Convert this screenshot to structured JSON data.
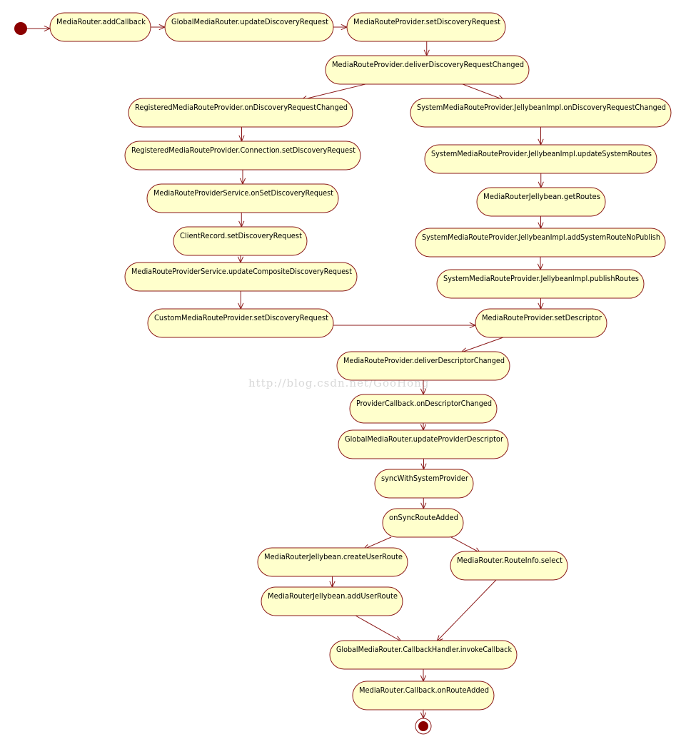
{
  "diagram": {
    "colors": {
      "node_fill": "#ffffcc",
      "node_border": "#8b1a1a",
      "edge": "#8b1a1a",
      "start_marker": "#8b0000",
      "watermark": "#d8d8d8"
    },
    "watermark": "http://blog.csdn.net/GooHong",
    "nodes": [
      {
        "id": "n1",
        "label": "MediaRouter.addCallback"
      },
      {
        "id": "n2",
        "label": "GlobalMediaRouter.updateDiscoveryRequest"
      },
      {
        "id": "n3",
        "label": "MediaRouteProvider.setDiscoveryRequest"
      },
      {
        "id": "n4",
        "label": "MediaRouteProvider.deliverDiscoveryRequestChanged"
      },
      {
        "id": "n5",
        "label": "RegisteredMediaRouteProvider.onDiscoveryRequestChanged"
      },
      {
        "id": "n6",
        "label": "SystemMediaRouteProvider.JellybeanImpl.onDiscoveryRequestChanged"
      },
      {
        "id": "n7",
        "label": "RegisteredMediaRouteProvider.Connection.setDiscoveryRequest"
      },
      {
        "id": "n8",
        "label": "SystemMediaRouteProvider.JellybeanImpl.updateSystemRoutes"
      },
      {
        "id": "n9",
        "label": "MediaRouteProviderService.onSetDiscoveryRequest"
      },
      {
        "id": "n10",
        "label": "MediaRouterJellybean.getRoutes"
      },
      {
        "id": "n11",
        "label": "ClientRecord.setDiscoveryRequest"
      },
      {
        "id": "n12",
        "label": "SystemMediaRouteProvider.JellybeanImpl.addSystemRouteNoPublish"
      },
      {
        "id": "n13",
        "label": "MediaRouteProviderService.updateCompositeDiscoveryRequest"
      },
      {
        "id": "n14",
        "label": "SystemMediaRouteProvider.JellybeanImpl.publishRoutes"
      },
      {
        "id": "n15",
        "label": "CustomMediaRouteProvider.setDiscoveryRequest"
      },
      {
        "id": "n16",
        "label": "MediaRouteProvider.setDescriptor"
      },
      {
        "id": "n17",
        "label": "MediaRouteProvider.deliverDescriptorChanged"
      },
      {
        "id": "n18",
        "label": "ProviderCallback.onDescriptorChanged"
      },
      {
        "id": "n19",
        "label": "GlobalMediaRouter.updateProviderDescriptor"
      },
      {
        "id": "n20",
        "label": "syncWithSystemProvider"
      },
      {
        "id": "n21",
        "label": "onSyncRouteAdded"
      },
      {
        "id": "n22",
        "label": "MediaRouterJellybean.createUserRoute"
      },
      {
        "id": "n23",
        "label": "MediaRouter.RouteInfo.select"
      },
      {
        "id": "n24",
        "label": "MediaRouterJellybean.addUserRoute"
      },
      {
        "id": "n25",
        "label": "GlobalMediaRouter.CallbackHandler.invokeCallback"
      },
      {
        "id": "n26",
        "label": "MediaRouter.Callback.onRouteAdded"
      }
    ],
    "edges": [
      [
        "start",
        "n1"
      ],
      [
        "n1",
        "n2"
      ],
      [
        "n2",
        "n3"
      ],
      [
        "n3",
        "n4"
      ],
      [
        "n4",
        "n5"
      ],
      [
        "n4",
        "n6"
      ],
      [
        "n5",
        "n7"
      ],
      [
        "n7",
        "n9"
      ],
      [
        "n9",
        "n11"
      ],
      [
        "n11",
        "n13"
      ],
      [
        "n13",
        "n15"
      ],
      [
        "n6",
        "n8"
      ],
      [
        "n8",
        "n10"
      ],
      [
        "n10",
        "n12"
      ],
      [
        "n12",
        "n14"
      ],
      [
        "n14",
        "n16"
      ],
      [
        "n15",
        "n16"
      ],
      [
        "n16",
        "n17"
      ],
      [
        "n17",
        "n18"
      ],
      [
        "n18",
        "n19"
      ],
      [
        "n19",
        "n20"
      ],
      [
        "n20",
        "n21"
      ],
      [
        "n21",
        "n22"
      ],
      [
        "n21",
        "n23"
      ],
      [
        "n22",
        "n24"
      ],
      [
        "n24",
        "n25"
      ],
      [
        "n23",
        "n25"
      ],
      [
        "n25",
        "n26"
      ],
      [
        "n26",
        "end"
      ]
    ]
  }
}
